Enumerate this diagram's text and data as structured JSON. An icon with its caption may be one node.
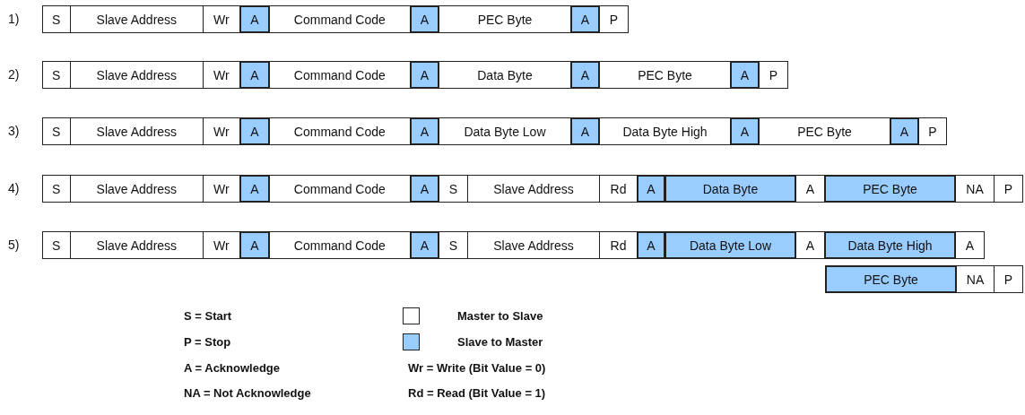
{
  "diagram": {
    "nodes": [
      {
        "text": [
          "S"
        ]
      },
      {
        "text": [
          "Slave Address"
        ]
      },
      {
        "text": [
          "Wr"
        ]
      },
      {
        "text": [
          "A"
        ]
      },
      {
        "text": [
          "Command Code"
        ]
      },
      {
        "text": [
          "A"
        ]
      },
      {
        "text": [
          "PEC Byte"
        ]
      },
      {
        "text": [
          "A"
        ]
      },
      {
        "text": [
          "P"
        ]
      },
      {
        "text": [
          "S"
        ]
      },
      {
        "text": [
          "Slave Address"
        ]
      },
      {
        "text": [
          "Wr"
        ]
      },
      {
        "text": [
          "A"
        ]
      },
      {
        "text": [
          "Command Code"
        ]
      },
      {
        "text": [
          "A"
        ]
      },
      {
        "text": [
          "Data Byte"
        ]
      },
      {
        "text": [
          "A"
        ]
      },
      {
        "text": [
          "PEC Byte"
        ]
      },
      {
        "text": [
          "A"
        ]
      },
      {
        "text": [
          "P"
        ]
      },
      {
        "text": [
          "S"
        ]
      },
      {
        "text": [
          "Slave Address"
        ]
      },
      {
        "text": [
          "Wr"
        ]
      },
      {
        "text": [
          "A"
        ]
      },
      {
        "text": [
          "Command Code"
        ]
      },
      {
        "text": [
          "A"
        ]
      },
      {
        "text": [
          "Data Byte Low"
        ]
      },
      {
        "text": [
          "A"
        ]
      },
      {
        "text": [
          "Data Byte High"
        ]
      },
      {
        "text": [
          "A"
        ]
      },
      {
        "text": [
          "PEC Byte"
        ]
      },
      {
        "text": [
          "A"
        ]
      },
      {
        "text": [
          "P"
        ]
      },
      {
        "text": [
          "S"
        ]
      },
      {
        "text": [
          "Slave Address"
        ]
      },
      {
        "text": [
          "Wr"
        ]
      },
      {
        "text": [
          "A"
        ]
      },
      {
        "text": [
          "Command Code"
        ]
      },
      {
        "text": [
          "A"
        ]
      },
      {
        "text": [
          "S"
        ]
      },
      {
        "text": [
          "Slave Address"
        ]
      },
      {
        "text": [
          "Rd"
        ]
      },
      {
        "text": [
          "A"
        ]
      },
      {
        "text": [
          "Data Byte"
        ]
      },
      {
        "text": [
          "A"
        ]
      },
      {
        "text": [
          "PEC Byte"
        ]
      },
      {
        "text": [
          "NA"
        ]
      },
      {
        "text": [
          "P"
        ]
      },
      {
        "text": [
          "S"
        ]
      },
      {
        "text": [
          "Slave Address"
        ]
      },
      {
        "text": [
          "Wr"
        ]
      },
      {
        "text": [
          "A"
        ]
      },
      {
        "text": [
          "Command Code"
        ]
      },
      {
        "text": [
          "A"
        ]
      },
      {
        "text": [
          "S"
        ]
      },
      {
        "text": [
          "Slave Address"
        ]
      },
      {
        "text": [
          "Rd"
        ]
      },
      {
        "text": [
          "A"
        ]
      },
      {
        "text": [
          "Data Byte Low"
        ]
      },
      {
        "text": [
          "A"
        ]
      },
      {
        "text": [
          "Data Byte High"
        ]
      },
      {
        "text": [
          "A"
        ]
      },
      {
        "text": [
          "PEC Byte"
        ]
      },
      {
        "text": [
          "NA"
        ]
      },
      {
        "text": [
          "P"
        ]
      }
    ],
    "labels": [
      "1)",
      "2)",
      "3)",
      "4)",
      "5)",
      "S = Start",
      "P = Stop",
      "A = Acknowledge",
      "Wr = Write (Bit Value = 0)",
      "NA = Not Acknowledge",
      "Rd = Read (Bit Value = 1)"
    ],
    "legend": [
      {
        "text": "Master to Slave",
        "color": "#ffffff"
      },
      {
        "text": "Slave to Master",
        "color": "#99ccff"
      }
    ]
  }
}
